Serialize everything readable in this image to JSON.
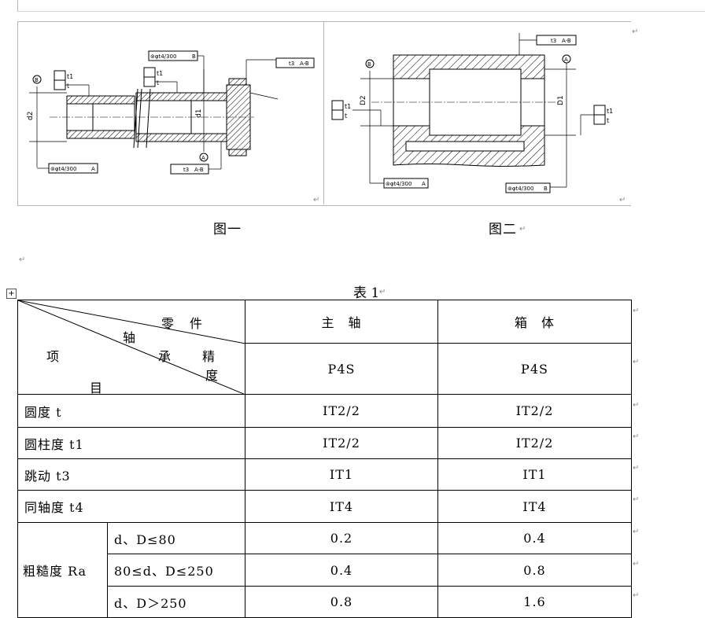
{
  "figures": {
    "fig1": {
      "caption": "图一",
      "labels": {
        "d2": "d2",
        "d1": "d1",
        "bubble_left": "B",
        "bubble_bottom": "A",
        "frame_t4_top": "⊚φt4/300",
        "frame_t4_top_ref": "B",
        "frame_t4_bottom": "⊚φt4/300",
        "frame_t4_bottom_ref": "A",
        "frame_t": "t",
        "frame_t1": "t1",
        "frame_t3_top": "t3",
        "frame_t3_top_ref": "A-B",
        "frame_t3_bottom": "t3",
        "frame_t3_bottom_ref": "A-B"
      }
    },
    "fig2": {
      "caption": "图二",
      "labels": {
        "d2": "D2",
        "d1": "D1",
        "bubble_left": "B",
        "bubble_right": "A",
        "frame_t3": "t3",
        "frame_t3_ref": "A-B",
        "frame_t_left": "t",
        "frame_t1_left": "t1",
        "frame_t_right": "t",
        "frame_t1_right": "t1",
        "frame_a": "⊚φt4/300",
        "frame_a_ref": "A",
        "frame_b": "⊚φt4/300",
        "frame_b_ref": "B"
      }
    }
  },
  "table": {
    "title": "表 1",
    "header": {
      "diag_part": "零　件",
      "diag_axis": "轴",
      "diag_bearing": "承",
      "diag_precision": "精",
      "diag_degree": "度",
      "diag_item": "项",
      "diag_item2": "目",
      "col_spindle": "主　轴",
      "col_box": "箱　体",
      "grade_spindle": "P4S",
      "grade_box": "P4S"
    },
    "rows": [
      {
        "label": "圆度 t",
        "spindle": "IT2/2",
        "box": "IT2/2"
      },
      {
        "label": "圆柱度 t1",
        "spindle": "IT2/2",
        "box": "IT2/2"
      },
      {
        "label": "跳动 t3",
        "spindle": "IT1",
        "box": "IT1"
      },
      {
        "label": "同轴度 t4",
        "spindle": "IT4",
        "box": "IT4"
      }
    ],
    "roughness": {
      "label": "粗糙度 Ra",
      "rows": [
        {
          "range": "d、D≤80",
          "spindle": "0.2",
          "box": "0.4"
        },
        {
          "range": "80≤d、D≤250",
          "spindle": "0.4",
          "box": "0.8"
        },
        {
          "range": "d、D＞250",
          "spindle": "0.8",
          "box": "1.6"
        }
      ]
    }
  },
  "marks": {
    "paragraph": "↵"
  }
}
